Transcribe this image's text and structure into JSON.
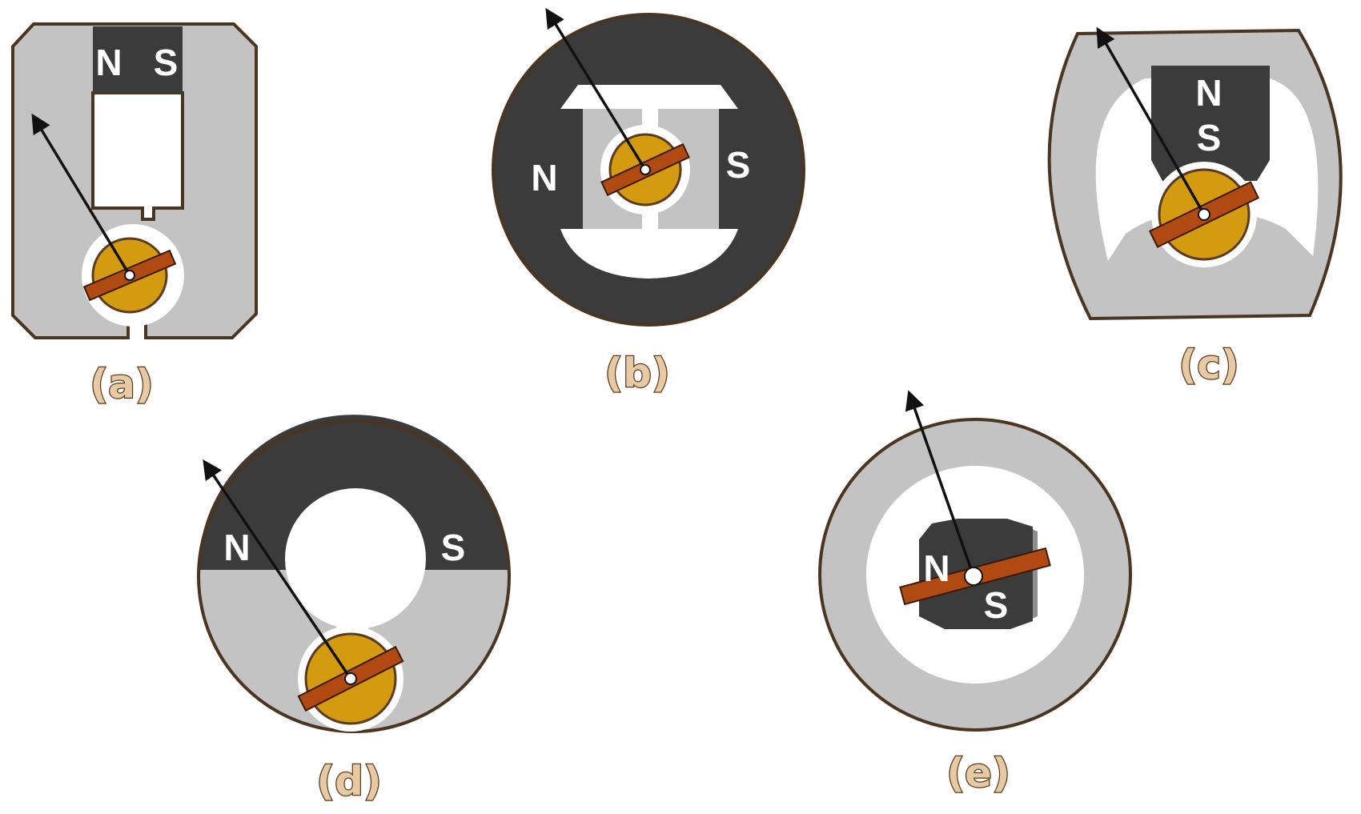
{
  "colors": {
    "light_iron": "#c3c3c3",
    "dark_magnet": "#3b3b3b",
    "outline": "#4a3520",
    "rotor_gold": "#d49a10",
    "bar_rust": "#b04a12",
    "pointer": "#111111"
  },
  "panels": {
    "a": {
      "caption": "(a)",
      "pole_1": "N",
      "pole_2": "S"
    },
    "b": {
      "caption": "(b)",
      "pole_1": "N",
      "pole_2": "S"
    },
    "c": {
      "caption": "(c)",
      "pole_1": "N",
      "pole_2": "S"
    },
    "d": {
      "caption": "(d)",
      "pole_1": "N",
      "pole_2": "S"
    },
    "e": {
      "caption": "(e)",
      "pole_1": "N",
      "pole_2": "S"
    }
  }
}
